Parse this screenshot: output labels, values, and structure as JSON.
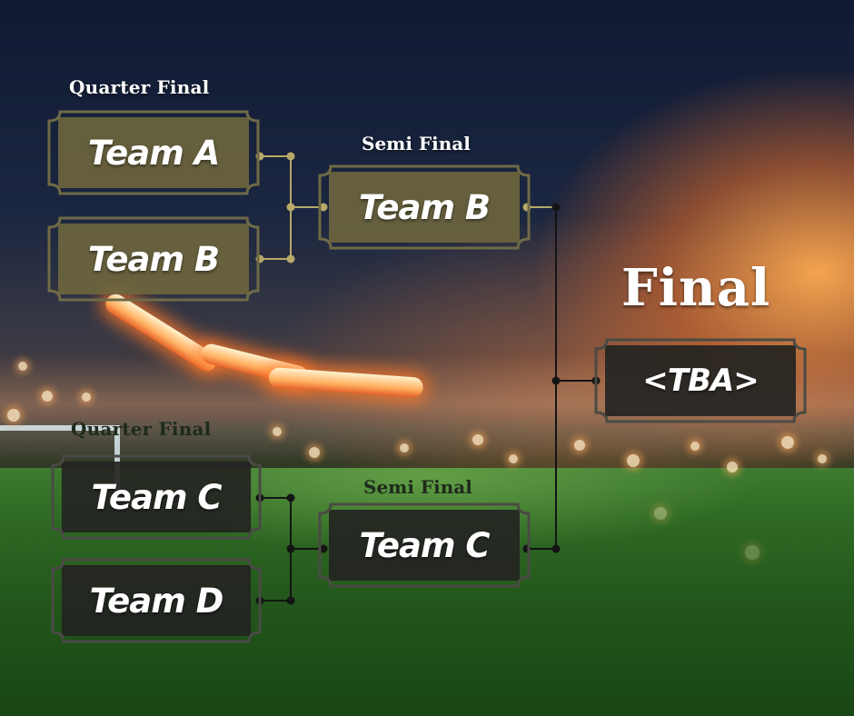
{
  "colors": {
    "olive_box": "#706840",
    "dark_box": "#242422",
    "connector_olive": "#b7a968",
    "connector_dark": "#141414",
    "label_text": "#ffffff"
  },
  "top_half": {
    "quarter_label": "Quarter Final",
    "semi_label": "Semi Final",
    "quarter_teams": [
      "Team A",
      "Team B"
    ],
    "semi_team": "Team B"
  },
  "bottom_half": {
    "quarter_label": "Quarter Final",
    "semi_label": "Semi Final",
    "quarter_teams": [
      "Team C",
      "Team D"
    ],
    "semi_team": "Team C"
  },
  "final": {
    "label": "Final",
    "team": "<TBA>"
  }
}
